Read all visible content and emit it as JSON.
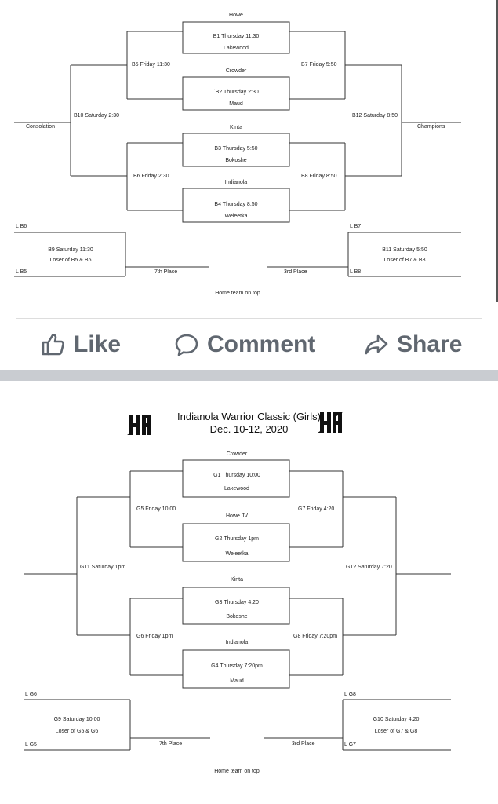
{
  "boys": {
    "teams": {
      "howe": "Howe",
      "lakewood": "Lakewood",
      "crowder": "Crowder",
      "maud": "Maud",
      "kinta": "Kinta",
      "bokoshe": "Bokoshe",
      "indianola": "Indianola",
      "weleetka": "Weleetka"
    },
    "games": {
      "b1": "B1  Thursday  11:30",
      "b2": "ˈB2  Thursday  2:30",
      "b3": "B3  Thursday  5:50",
      "b4": "B4  Thursday  8:50",
      "b5": "B5  Friday 11:30",
      "b6": "B6  Friday 2:30",
      "b7": "B7 Friday 5:50",
      "b8": "B8 Friday 8:50",
      "b10": "B10 Saturday 2:30",
      "b12": "B12 Saturday 8:50",
      "b9": "B9  Saturday 11:30",
      "b9_sub": "Loser of B5 & B6",
      "b11": "B11  Saturday 5:50",
      "b11_sub": "Loser of B7 & B8"
    },
    "labels": {
      "consolation": "Consolation",
      "champions": "Champions",
      "l_b6": "L B6",
      "l_b5": "L B5",
      "l_b7": "L B7",
      "l_b8": "L B8",
      "seventh": "7th Place",
      "third": "3rd Place",
      "home_note": "Home team on top"
    }
  },
  "actions": {
    "like": "Like",
    "comment": "Comment",
    "share": "Share"
  },
  "girls": {
    "title": "Indianola Warrior Classic (Girls)",
    "dates": "Dec. 10-12, 2020",
    "logo_text": "IH",
    "teams": {
      "crowder": "Crowder",
      "lakewood": "Lakewood",
      "howe_jv": "Howe JV",
      "weleetka": "Weleetka",
      "kinta": "Kinta",
      "bokoshe": "Bokoshe",
      "indianola": "Indianola",
      "maud": "Maud"
    },
    "games": {
      "g1": "G1  Thursday  10:00",
      "g2": "G2  Thursday  1pm",
      "g3": "G3  Thursday  4:20",
      "g4": "G4  Thursday  7:20pm",
      "g5": "G5  Friday 10:00",
      "g6": "G6  Friday 1pm",
      "g7": "G7 Friday 4:20",
      "g8": "G8 Friday 7:20pm",
      "g11": "G11 Saturday 1pm",
      "g12": "G12 Saturday 7:20",
      "g9": "G9  Saturday 10:00",
      "g9_sub": "Loser of G5 & G6",
      "g10": "G10  Saturday 4:20",
      "g10_sub": "Loser of G7 & G8"
    },
    "labels": {
      "l_g6": "L G6",
      "l_g5": "L G5",
      "l_g8": "L G8",
      "l_g7": "L G7",
      "seventh": "7th Place",
      "third": "3rd Place",
      "home_note": "Home team on top"
    }
  }
}
